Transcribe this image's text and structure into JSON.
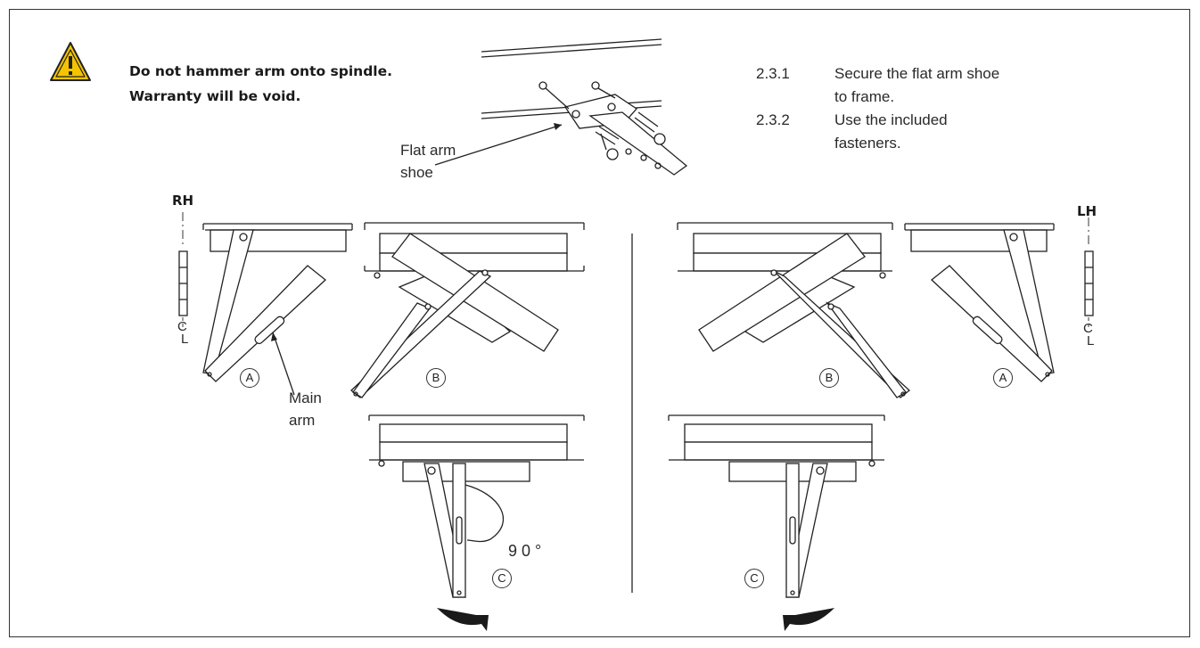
{
  "warning": {
    "line1": "Do not hammer arm onto spindle.",
    "line2": "Warranty will be void."
  },
  "steps": [
    {
      "num": "2.3.1",
      "text": "Secure the flat arm shoe",
      "cont": "to frame."
    },
    {
      "num": "2.3.2",
      "text": "Use the included",
      "cont": "fasteners."
    }
  ],
  "labels": {
    "flat_arm_shoe_1": "Flat arm",
    "flat_arm_shoe_2": "shoe",
    "main_arm_1": "Main",
    "main_arm_2": "arm",
    "rh": "RH",
    "lh": "LH",
    "centerline": "C",
    "centerline_sub": "L",
    "angle": "90°"
  },
  "markers": {
    "a": "A",
    "b": "B",
    "c": "C"
  },
  "icons": {
    "warning": "warning-triangle-icon",
    "warning_color": "#f5c400"
  }
}
